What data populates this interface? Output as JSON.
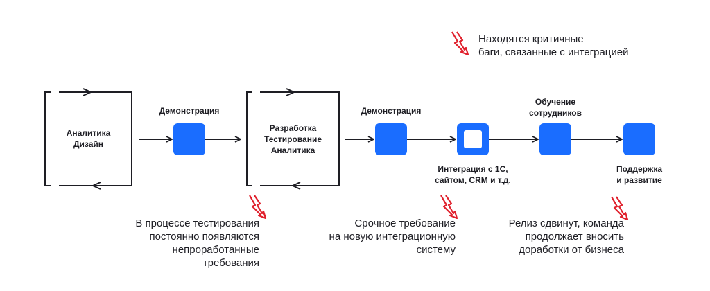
{
  "colors": {
    "accent": "#1a6dff",
    "line": "#1e1e24",
    "warning": "#e0202c",
    "background": "#ffffff"
  },
  "stages": {
    "cycle1": "Аналитика\nДизайн",
    "demo1": "Демонстрация",
    "cycle2": "Разработка\nТестирование\nАналитика",
    "demo2": "Демонстрация",
    "integration": "Интеграция с 1С,\nсайтом, CRM и т.д.",
    "training": "Обучение\nсотрудников",
    "support": "Поддержка\nи развитие"
  },
  "issues": {
    "top": "Находятся критичные\nбаги, связанные с интеграцией",
    "left": "В процессе тестирования\nпостоянно появляются\nнепроработанные\nтребования",
    "middle": "Срочное требование\nна новую интеграционную\nсистему",
    "right": "Релиз сдвинут, команда\nпродолжает вносить\nдоработки от бизнеса"
  },
  "icons": {
    "warning": "lightning-bolt-icon",
    "step": "square-icon",
    "integration_step": "square-with-inner-square-icon",
    "arrow": "arrow-right-icon"
  }
}
